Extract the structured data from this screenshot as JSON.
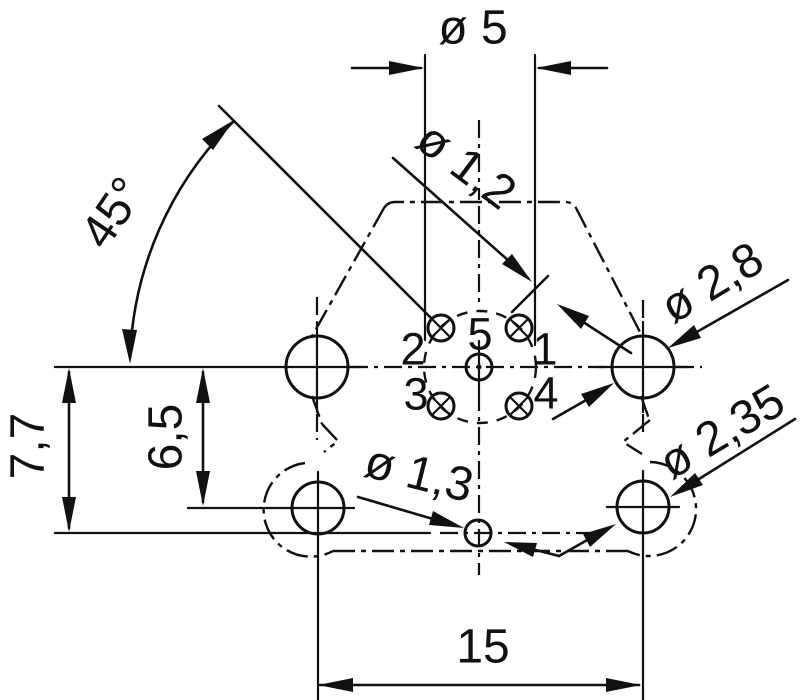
{
  "dimensions": {
    "pitch_circle_diameter": "ø 5",
    "contact_hole_diameter": "ø 1,2",
    "contact_angle": "45°",
    "upper_mounting_hole_diameter": "ø 2,8",
    "lower_mounting_hole_diameter": "ø 2,35",
    "locating_hole_diameter": "ø 1,3",
    "height_to_locating_hole": "7,7",
    "height_to_lower_holes": "6,5",
    "mounting_hole_spacing": "15"
  },
  "pins": {
    "pin1": "1",
    "pin2": "2",
    "pin3": "3",
    "pin4": "4",
    "pin5": "5"
  },
  "colors": {
    "ink": "#111111",
    "background": "#ffffff"
  }
}
